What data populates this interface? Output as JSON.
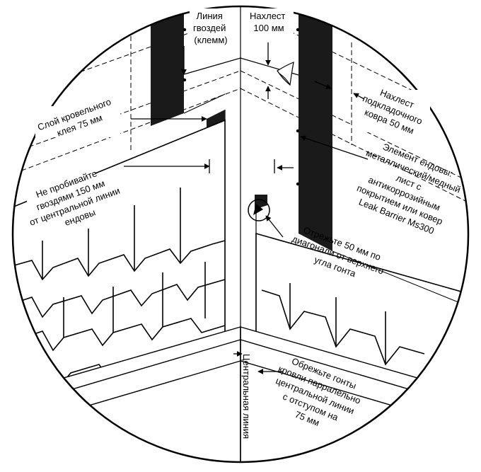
{
  "labels": {
    "nail_line": [
      "Линия",
      "гвоздей",
      "(клемм)"
    ],
    "overlap_100": [
      "Нахлест",
      "100 мм"
    ],
    "underlay_overlap": [
      "Нахлест",
      "подкладочного",
      "ковра 50 мм"
    ],
    "adhesive_layer": [
      "Слой кровельного",
      "клея 75 мм"
    ],
    "valley_element": [
      "Элемент ендовы:",
      "металлический/медный",
      "лист с",
      "антикоррозийным",
      "покрытием или ковер",
      "Leak Barrier Ms300"
    ],
    "no_nail_zone": [
      "Не пробивайте",
      "гвоздями 150 мм",
      "от центральной линии",
      "ендовы"
    ],
    "cut_corner": [
      "Отрежьте 50 мм по",
      "диагонали от верхнего",
      "угла гонта"
    ],
    "trim_shingles": [
      "Обрежьте гонты",
      "кровли парралельно",
      "центральной линии",
      "с отступом на",
      "75 мм"
    ],
    "centerline": "Центральная линия"
  },
  "colors": {
    "ink": "#000000",
    "paper": "#ffffff",
    "strip": "#1a1a1a"
  }
}
